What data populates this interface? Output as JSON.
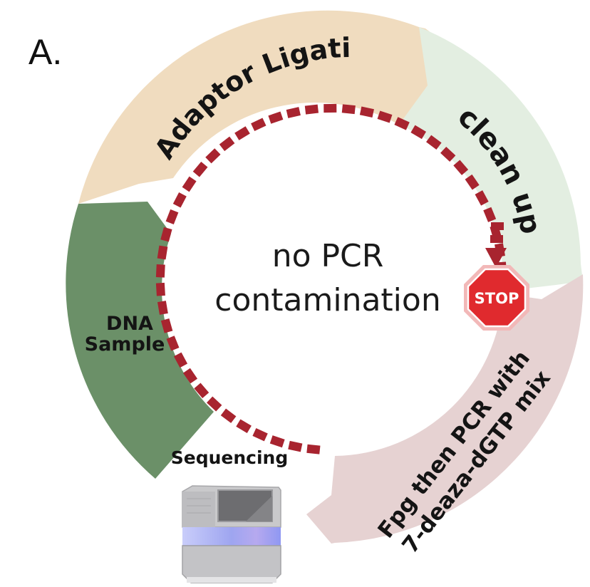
{
  "panel_label": "A.",
  "center_text": {
    "line1": "no PCR",
    "line2": "contamination"
  },
  "segments": [
    {
      "id": "adaptor-ligation",
      "label": "Adaptor Ligation",
      "color": "#f0dcbf"
    },
    {
      "id": "clean-up",
      "label": "clean up",
      "color": "#e3eee1"
    },
    {
      "id": "fpg-pcr",
      "label_line1": "Fpg then PCR with",
      "label_line2": "7-deaza-dGTP mix",
      "color": "#e6d2d2"
    },
    {
      "id": "dna-sample",
      "label_line1": "DNA",
      "label_line2": "Sample",
      "color": "#6b9068"
    }
  ],
  "sequencing": {
    "label": "Sequencing",
    "icon": "sequencer-machine-icon"
  },
  "stop_sign": {
    "text": "STOP",
    "icon": "stop-sign-icon",
    "color": "#e02a2e"
  },
  "dashed_path": {
    "color": "#a8242f",
    "icon": "dashed-arrow-icon"
  }
}
